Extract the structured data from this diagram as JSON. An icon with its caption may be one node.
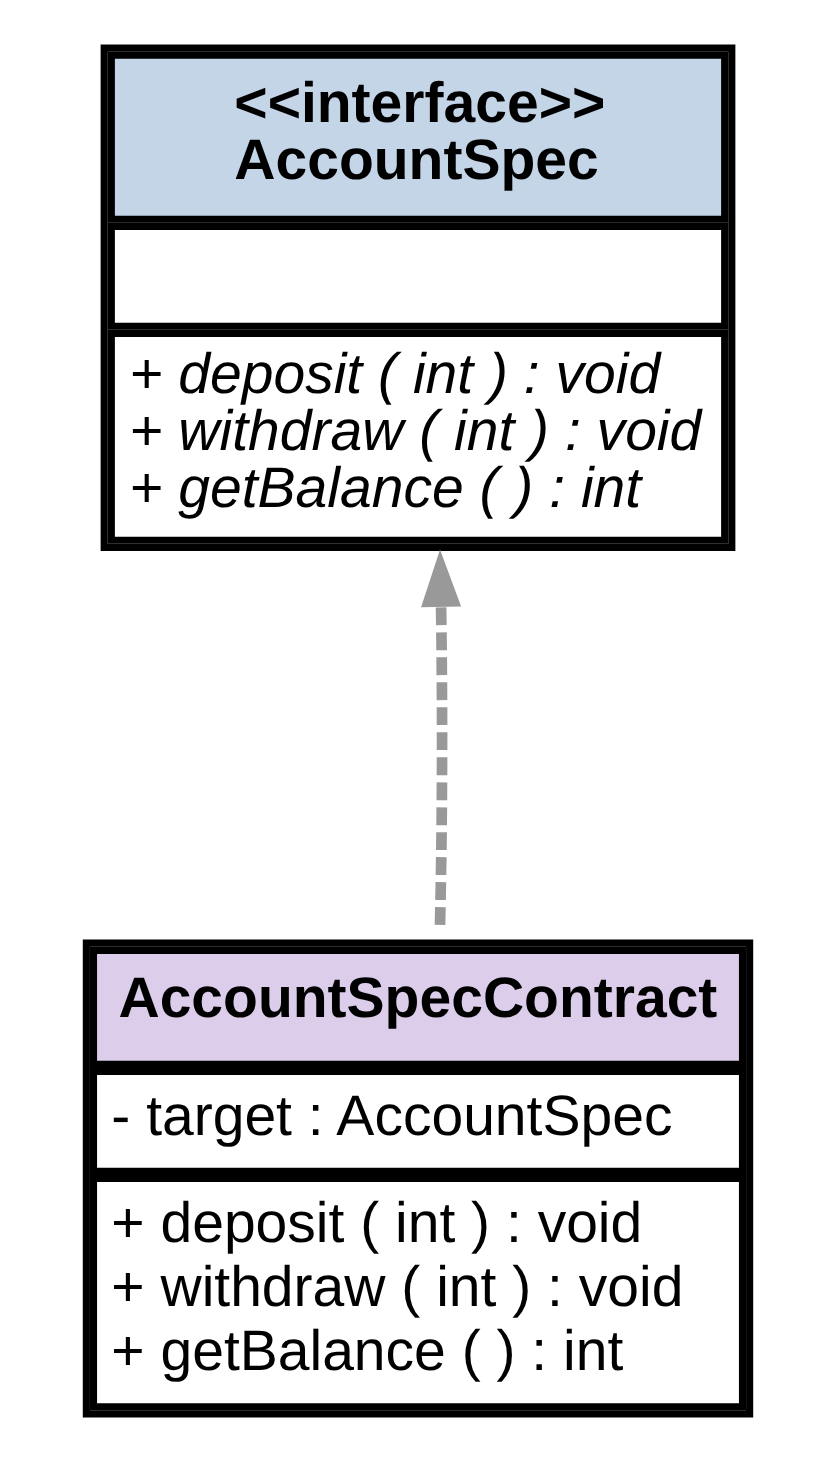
{
  "diagram": {
    "nodes": [
      {
        "text": [
          "<<interface>> AccountSpec",
          "+ deposit ( int ) : void",
          "+ withdraw ( int ) : void",
          "+ getBalance ( ) : int"
        ]
      },
      {
        "text": [
          "AccountSpecContract",
          "- target : AccountSpec",
          "+ deposit ( int ) : void",
          "+ withdraw ( int ) : void",
          "+ getBalance ( ) : int"
        ]
      }
    ],
    "edges": [
      {
        "from": 1,
        "to": 0,
        "arrow": "to",
        "style": "dashed",
        "color": "#999999"
      }
    ]
  }
}
